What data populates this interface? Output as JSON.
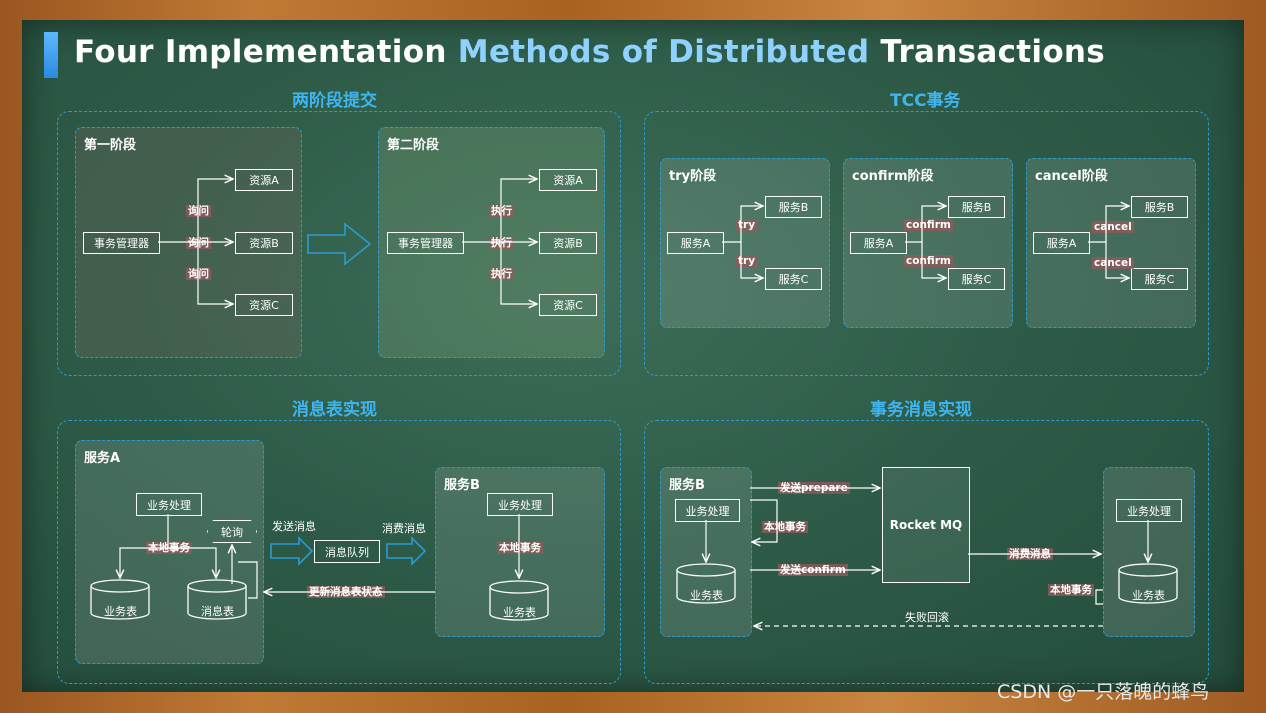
{
  "title": {
    "part1": "Four Implementation ",
    "part2": "Methods of Distributed",
    "part3": " Transactions"
  },
  "two_phase": {
    "heading": "两阶段提交",
    "phase1": {
      "title": "第一阶段",
      "manager": "事务管理器",
      "res_a": "资源A",
      "res_b": "资源B",
      "res_c": "资源C",
      "action": "询问"
    },
    "phase2": {
      "title": "第二阶段",
      "manager": "事务管理器",
      "res_a": "资源A",
      "res_b": "资源B",
      "res_c": "资源C",
      "action": "执行"
    }
  },
  "tcc": {
    "heading": "TCC事务",
    "try": {
      "title": "try阶段",
      "svc_a": "服务A",
      "svc_b": "服务B",
      "svc_c": "服务C",
      "action": "try"
    },
    "confirm": {
      "title": "confirm阶段",
      "svc_a": "服务A",
      "svc_b": "服务B",
      "svc_c": "服务C",
      "action": "confirm"
    },
    "cancel": {
      "title": "cancel阶段",
      "svc_a": "服务A",
      "svc_b": "服务B",
      "svc_c": "服务C",
      "action": "cancel"
    }
  },
  "msg_table": {
    "heading": "消息表实现",
    "svc_a": {
      "title": "服务A",
      "biz": "业务处理",
      "poll": "轮询",
      "local_tx": "本地事务",
      "biz_table": "业务表",
      "msg_table": "消息表"
    },
    "send": "发送消息",
    "queue": "消息队列",
    "consume": "消费消息",
    "update": "更新消息表状态",
    "svc_b": {
      "title": "服务B",
      "biz": "业务处理",
      "local_tx": "本地事务",
      "biz_table": "业务表"
    }
  },
  "tx_msg": {
    "heading": "事务消息实现",
    "svc_b_left": {
      "title": "服务B",
      "biz": "业务处理",
      "biz_table": "业务表"
    },
    "send_prepare": "发送prepare",
    "local_tx": "本地事务",
    "send_confirm": "发送confirm",
    "mq": "Rocket MQ",
    "consume": "消费消息",
    "rollback": "失败回滚",
    "right": {
      "biz": "业务处理",
      "local_tx": "本地事务",
      "biz_table": "业务表"
    }
  },
  "watermark": "CSDN @一只落魄的蜂鸟",
  "colors": {
    "accent": "#3fb5f0",
    "board": "#2e5c48",
    "frame": "#b06a2a"
  }
}
